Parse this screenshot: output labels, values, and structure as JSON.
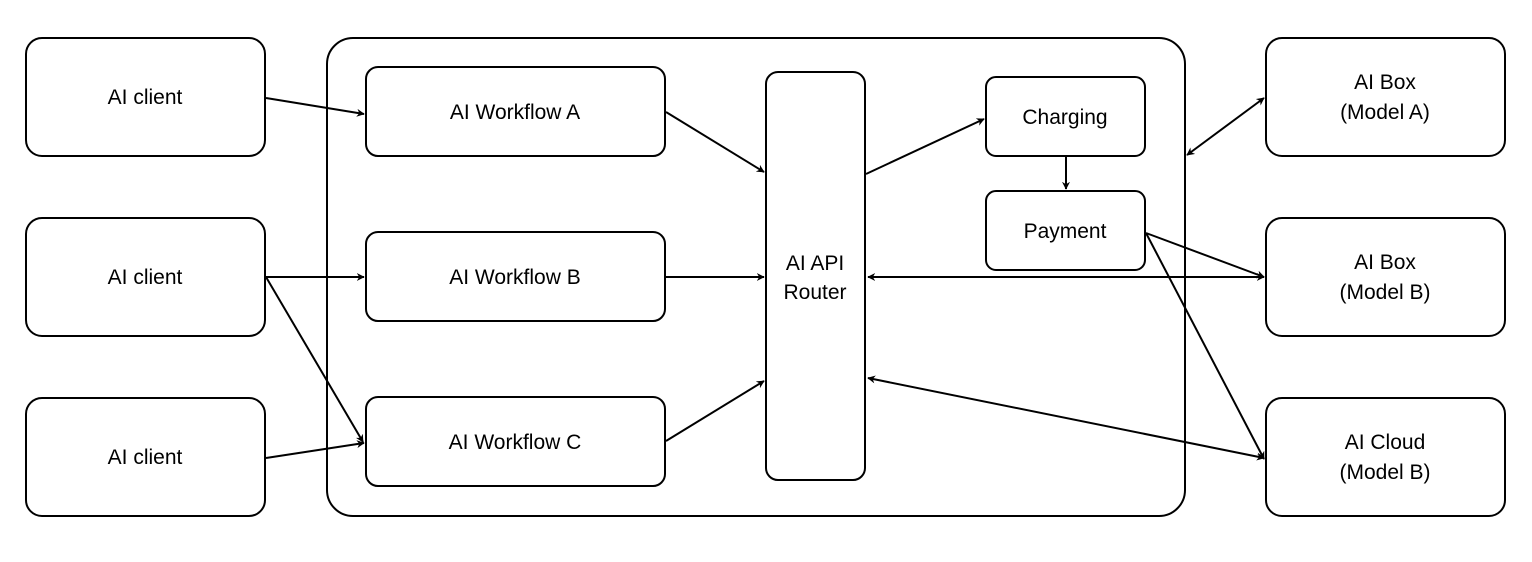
{
  "nodes": {
    "client_1": {
      "lines": [
        "AI client"
      ]
    },
    "client_2": {
      "lines": [
        "AI client"
      ]
    },
    "client_3": {
      "lines": [
        "AI client"
      ]
    },
    "workflow_a": {
      "lines": [
        "AI Workflow A"
      ]
    },
    "workflow_b": {
      "lines": [
        "AI Workflow B"
      ]
    },
    "workflow_c": {
      "lines": [
        "AI Workflow C"
      ]
    },
    "router": {
      "lines": [
        "AI API",
        "Router"
      ]
    },
    "charging": {
      "lines": [
        "Charging"
      ]
    },
    "payment": {
      "lines": [
        "Payment"
      ]
    },
    "box_a": {
      "lines": [
        "AI Box",
        "(Model A)"
      ]
    },
    "box_b": {
      "lines": [
        "AI Box",
        "(Model B)"
      ]
    },
    "cloud_b": {
      "lines": [
        "AI Cloud",
        "(Model B)"
      ]
    }
  },
  "edges": [
    {
      "from": "client_1",
      "to": "workflow_a",
      "direction": "forward"
    },
    {
      "from": "client_2",
      "to": "workflow_b",
      "direction": "forward"
    },
    {
      "from": "client_2",
      "to": "workflow_c",
      "direction": "forward"
    },
    {
      "from": "client_3",
      "to": "workflow_c",
      "direction": "forward"
    },
    {
      "from": "workflow_a",
      "to": "router",
      "direction": "forward"
    },
    {
      "from": "workflow_b",
      "to": "router",
      "direction": "forward"
    },
    {
      "from": "workflow_c",
      "to": "router",
      "direction": "forward"
    },
    {
      "from": "router",
      "to": "charging",
      "direction": "forward"
    },
    {
      "from": "charging",
      "to": "payment",
      "direction": "forward"
    },
    {
      "from": "payment",
      "to": "box_b",
      "direction": "forward"
    },
    {
      "from": "payment",
      "to": "cloud_b",
      "direction": "forward"
    },
    {
      "from": "router",
      "to": "box_b",
      "direction": "both"
    },
    {
      "from": "router",
      "to": "cloud_b",
      "direction": "both"
    },
    {
      "from": "platform",
      "to": "box_a",
      "direction": "both"
    }
  ]
}
